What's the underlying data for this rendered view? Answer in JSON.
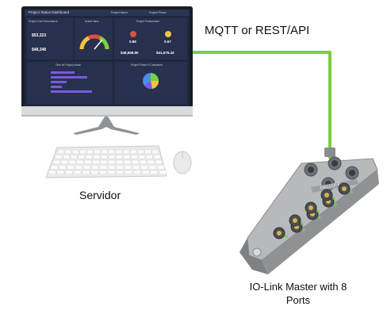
{
  "labels": {
    "protocol": "MQTT or REST/API",
    "server": "Servidor",
    "master_line1": "IO-Link Master with 8",
    "master_line2": "Ports"
  },
  "dashboard": {
    "title": "Project Status Dashboard",
    "filter1": "Project Name",
    "filter2": "Project Phase",
    "panel_cost": "Project Cost Performance",
    "panel_value": "Actual Value",
    "panel_perf": "Project Performance",
    "panel_phase": "Time for Project phase",
    "panel_complete": "Project Phase % Completed",
    "cost_value1": "$53,323",
    "cost_value2": "$48,348",
    "perf_value1": "0.89",
    "perf_value2": "0.67",
    "perf_value3": "$48,668.80",
    "perf_value4": "$41,575.43"
  },
  "device": {
    "brand": "BALLUFF"
  },
  "colors": {
    "link": "#79cf3e",
    "screen_bg": "#1f2740",
    "accent_yellow": "#f5c242",
    "accent_red": "#e05038",
    "accent_blue": "#4a8fe0",
    "accent_purple": "#7a5ae0",
    "housing": "#a9acaf"
  }
}
